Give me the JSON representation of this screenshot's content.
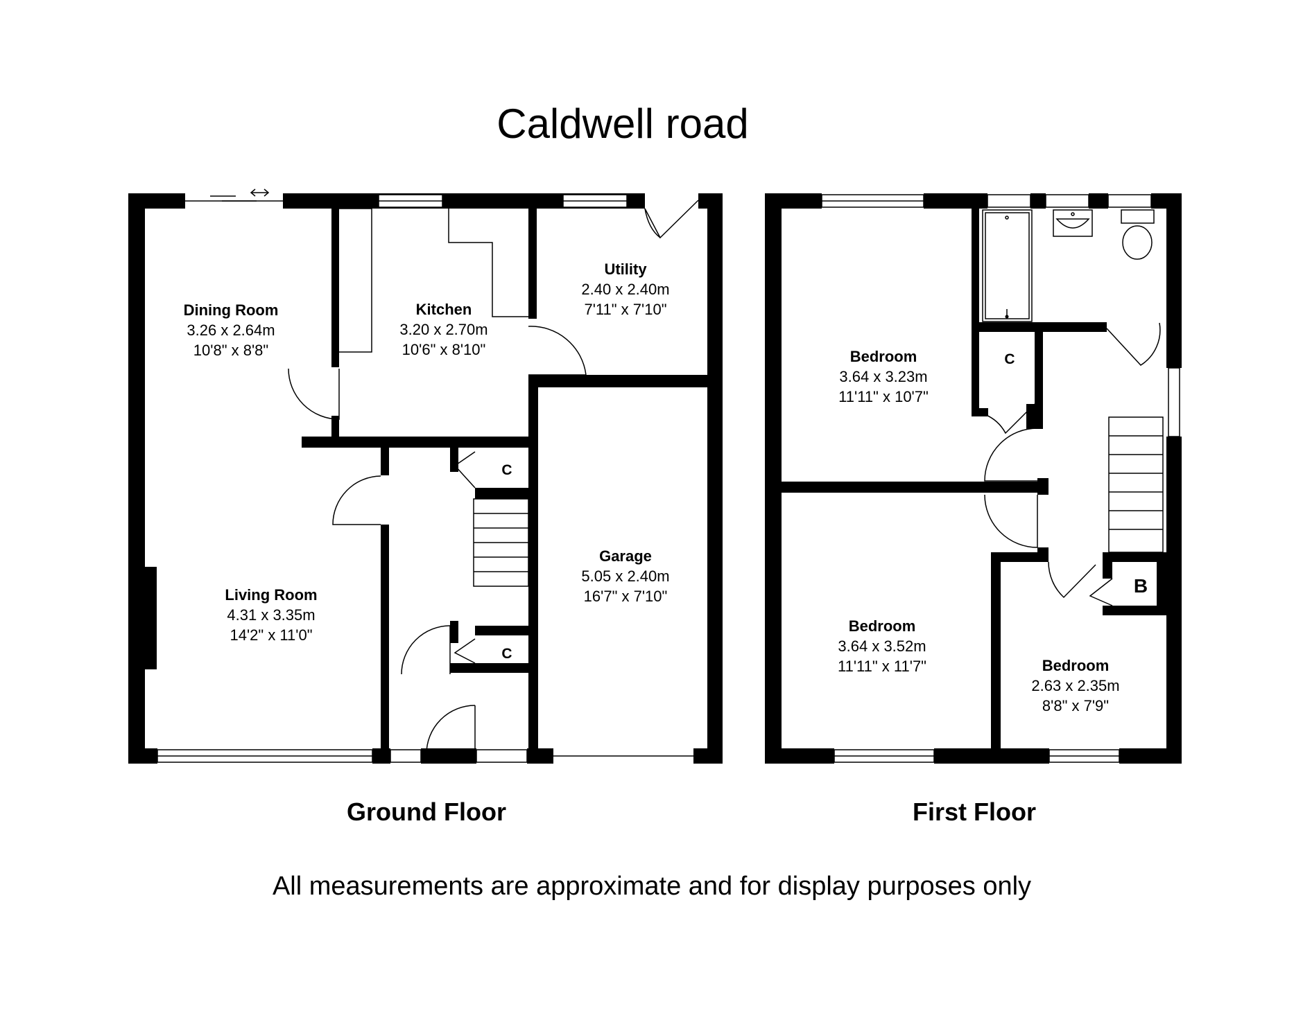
{
  "title": "Caldwell road",
  "floors": {
    "ground": {
      "label": "Ground Floor",
      "rooms": {
        "dining": {
          "name": "Dining Room",
          "metric": "3.26 x 2.64m",
          "imperial": "10'8\" x 8'8\""
        },
        "kitchen": {
          "name": "Kitchen",
          "metric": "3.20 x 2.70m",
          "imperial": "10'6\" x 8'10\""
        },
        "utility": {
          "name": "Utility",
          "metric": "2.40 x 2.40m",
          "imperial": "7'11\" x 7'10\""
        },
        "living": {
          "name": "Living Room",
          "metric": "4.31 x 3.35m",
          "imperial": "14'2\" x 11'0\""
        },
        "garage": {
          "name": "Garage",
          "metric": "5.05 x 2.40m",
          "imperial": "16'7\" x 7'10\""
        }
      },
      "cupboard_1": "C",
      "cupboard_2": "C"
    },
    "first": {
      "label": "First Floor",
      "rooms": {
        "bedroom1": {
          "name": "Bedroom",
          "metric": "3.64 x 3.23m",
          "imperial": "11'11\" x 10'7\""
        },
        "bedroom2": {
          "name": "Bedroom",
          "metric": "3.64 x 3.52m",
          "imperial": "11'11\" x 11'7\""
        },
        "bedroom3": {
          "name": "Bedroom",
          "metric": "2.63 x 2.35m",
          "imperial": "8'8\" x 7'9\""
        }
      },
      "cupboard": "C",
      "boiler": "B"
    }
  },
  "disclaimer": "All measurements are approximate and for display purposes only"
}
